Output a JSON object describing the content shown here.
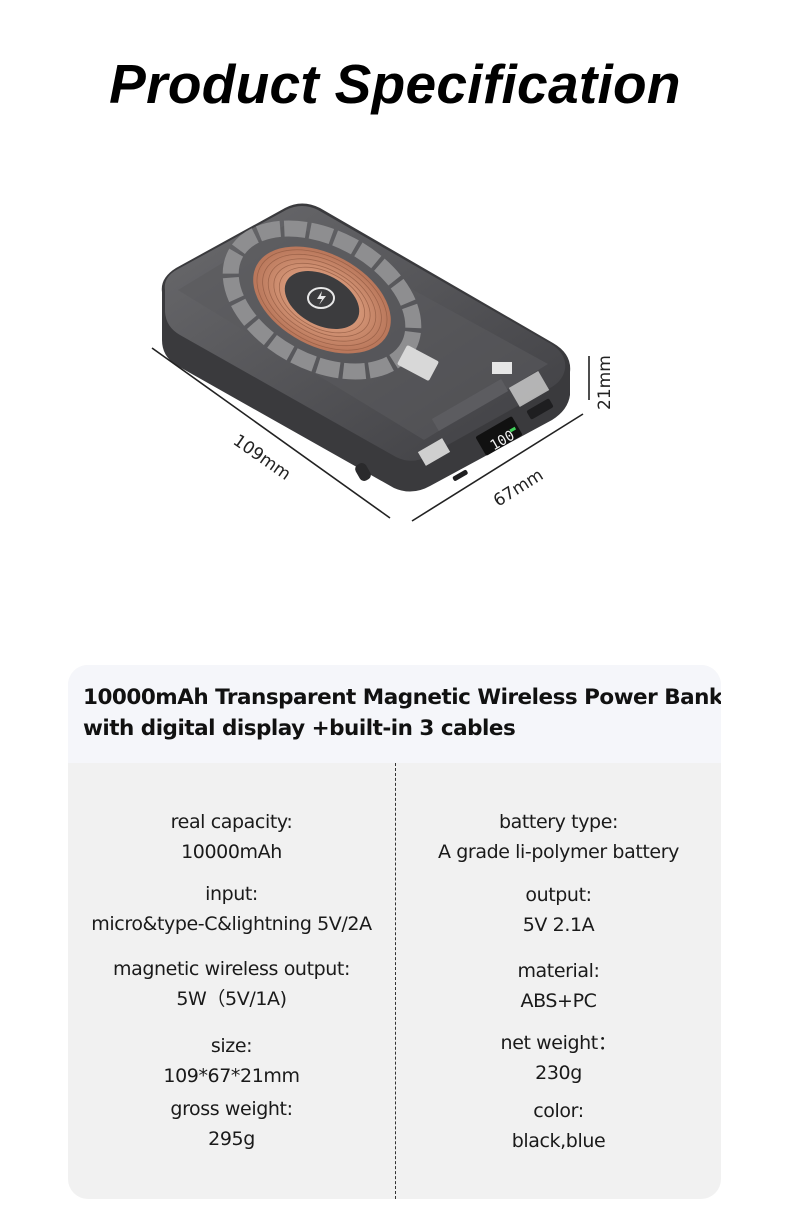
{
  "page": {
    "title": "Product Specification"
  },
  "product_image": {
    "description": "transparent magnetic wireless power bank, isometric view",
    "dimensions": {
      "length": "109mm",
      "width": "67mm",
      "height": "21mm"
    },
    "display_readout": "100"
  },
  "spec_card": {
    "heading_lines": [
      "10000mAh Transparent Magnetic Wireless Power Bank",
      "with digital display +built-in 3 cables"
    ],
    "left_column": [
      {
        "label": "real capacity:",
        "value": "10000mAh"
      },
      {
        "label": "input:",
        "value": "micro&type-C&lightning 5V/2A"
      },
      {
        "label": "magnetic wireless output:",
        "value": "5W（5V/1A)"
      },
      {
        "label": "size:",
        "value": "109*67*21mm"
      },
      {
        "label": "gross weight:",
        "value": "295g"
      }
    ],
    "right_column": [
      {
        "label": "battery type:",
        "value": "A grade li-polymer battery"
      },
      {
        "label": "output:",
        "value": "5V 2.1A"
      },
      {
        "label": "material:",
        "value": "ABS+PC"
      },
      {
        "label": "net weight：",
        "value": "230g"
      },
      {
        "label": "color:",
        "value": "black,blue"
      }
    ]
  },
  "colors": {
    "header_bg": "#f5f6fa",
    "body_bg": "#f1f1f1",
    "coil": "#c98a6a",
    "device_body": "#4a4a4c"
  }
}
